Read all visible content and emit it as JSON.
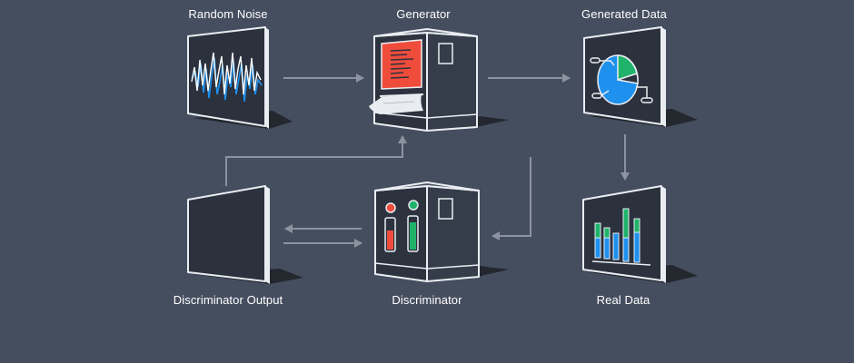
{
  "labels": {
    "random_noise": "Random Noise",
    "generator": "Generator",
    "generated_data": "Generated Data",
    "discriminator_output": "Discriminator Output",
    "discriminator": "Discriminator",
    "real_data": "Real Data"
  },
  "colors": {
    "background": "#454e5f",
    "panel": "#2b313d",
    "machine_front": "#2c323e",
    "machine_side": "#363d4a",
    "outline": "#e9edf2",
    "arrow": "#8c93a0",
    "shadow": "#23282f",
    "red": "#ef4c3c",
    "green": "#1fb36a",
    "blue": "#1e90ee"
  },
  "icons": {
    "random_noise": "waveform-monitor-icon",
    "generator": "printer-machine-icon",
    "generated_data": "pie-chart-monitor-icon",
    "discriminator": "gauge-machine-icon",
    "real_data": "bar-chart-monitor-icon",
    "discriminator_output": "blank-monitor-icon"
  }
}
